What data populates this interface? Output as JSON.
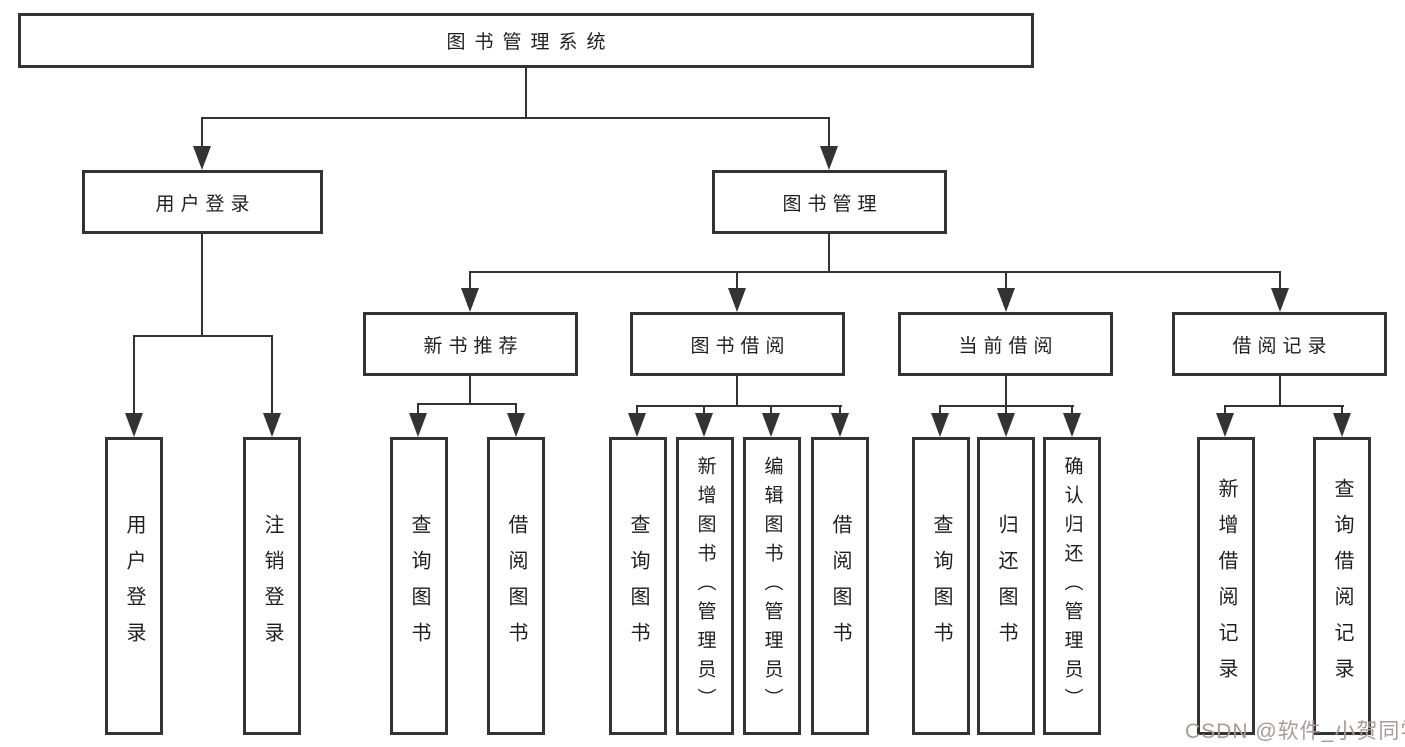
{
  "title_box": {
    "label": "图书管理系统"
  },
  "level2": [
    {
      "label": "用户登录"
    },
    {
      "label": "图书管理"
    }
  ],
  "level3": [
    {
      "label": "新书推荐"
    },
    {
      "label": "图书借阅"
    },
    {
      "label": "当前借阅"
    },
    {
      "label": "借阅记录"
    }
  ],
  "leaves": [
    {
      "label": "用户登录"
    },
    {
      "label": "注销登录"
    },
    {
      "label": "查询图书"
    },
    {
      "label": "借阅图书"
    },
    {
      "label": "查询图书"
    },
    {
      "label": "新增图书（管理员）"
    },
    {
      "label": "编辑图书（管理员）"
    },
    {
      "label": "借阅图书"
    },
    {
      "label": "查询图书"
    },
    {
      "label": "归还图书"
    },
    {
      "label": "确认归还（管理员）"
    },
    {
      "label": "新增借阅记录"
    },
    {
      "label": "查询借阅记录"
    }
  ],
  "watermark": {
    "text": "CSDN @软件_小贺同学"
  },
  "colors": {
    "line": "#333333",
    "text": "#1f1f1f",
    "background": "#ffffff",
    "watermark": "#a89a9a"
  }
}
